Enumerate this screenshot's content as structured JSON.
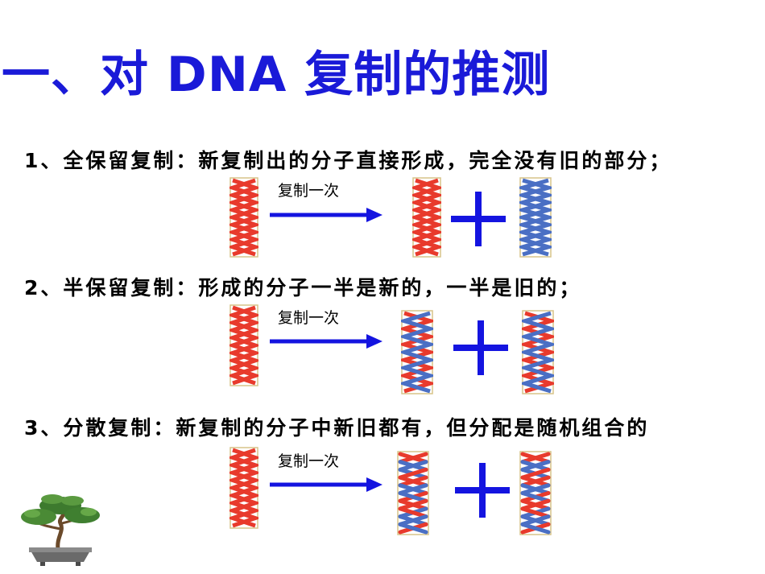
{
  "title": "一、对 DNA 复制的推测",
  "items": [
    {
      "text": "1、全保留复制：新复制出的分子直接形成，完全没有旧的部分；",
      "arrow_label": "复制一次",
      "result_left": "old",
      "result_right": "new"
    },
    {
      "text": "2、半保留复制：形成的分子一半是新的，一半是旧的；",
      "arrow_label": "复制一次",
      "result_left": "hybrid",
      "result_right": "hybrid"
    },
    {
      "text": "3、分散复制：新复制的分子中新旧都有，但分配是随机组合的",
      "arrow_label": "复制一次",
      "result_left": "mixed",
      "result_right": "mixed"
    }
  ],
  "colors": {
    "title": "#1a1ad8",
    "old_strand": "#e83a2c",
    "new_strand": "#4a6fc4",
    "arrow": "#1414e0",
    "plus": "#1414e0",
    "frame": "#d7c489"
  },
  "icons": [
    "dna-helix-icon",
    "arrow-right-icon",
    "plus-icon",
    "bonsai-tree-icon"
  ]
}
